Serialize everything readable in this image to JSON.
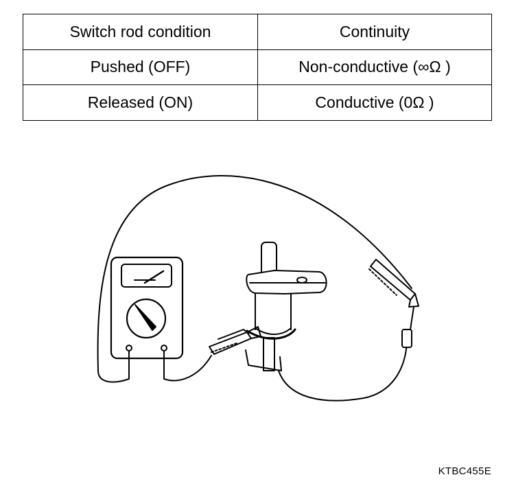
{
  "table": {
    "headers": [
      "Switch rod condition",
      "Continuity"
    ],
    "rows": [
      [
        "Pushed (OFF)",
        "Non-conductive (∞Ω )"
      ],
      [
        "Released (ON)",
        "Conductive (0Ω )"
      ]
    ]
  },
  "figure": {
    "code": "KTBC455E",
    "icons": [
      "ohmmeter-icon",
      "door-switch-icon",
      "alligator-clip-icon",
      "test-lead-icon"
    ]
  }
}
